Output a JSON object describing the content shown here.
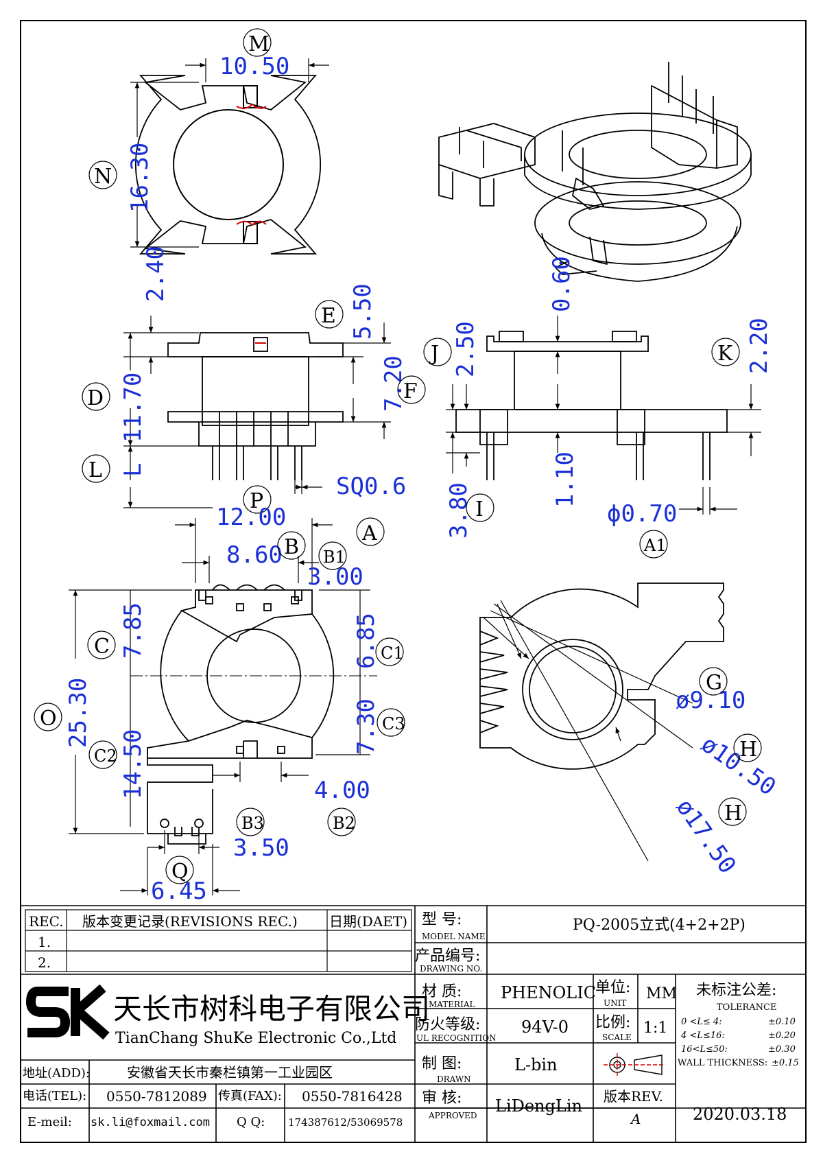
{
  "drawing": {
    "dimensions": {
      "m_width": "10.50",
      "n_height": "16.30",
      "top_gap": "2.40",
      "flange_top": "5.50",
      "body_height": "11.70",
      "window": "7.20",
      "pin_sq": "SQ0.6",
      "j_val": "2.50",
      "k_val": "2.20",
      "center_gap": "0.60",
      "i_val": "3.80",
      "slot": "1.10",
      "pin_dia": "ϕ0.70",
      "a_width": "12.00",
      "b_width": "8.60",
      "b1_val": "3.00",
      "c_val": "7.85",
      "c1_val": "6.85",
      "o_val": "25.30",
      "c2_val": "14.50",
      "c3_val": "7.30",
      "b2_val": "4.00",
      "q_inner": "3.50",
      "q_outer": "6.45",
      "g_dia": "ø9.10",
      "h_dia": "ø10.50",
      "h2_dia": "ø17.50"
    },
    "labels": {
      "m": "M",
      "n": "N",
      "e": "E",
      "d": "D",
      "f": "F",
      "l": "L",
      "l_small": "L",
      "p": "P",
      "j": "J",
      "k": "K",
      "i": "I",
      "a": "A",
      "a1": "A1",
      "b": "B",
      "b1": "B1",
      "c": "C",
      "c1": "C1",
      "o": "O",
      "c2": "C2",
      "c3": "C3",
      "b3": "B3",
      "b2": "B2",
      "q": "Q",
      "g": "G",
      "h": "H",
      "h2": "H"
    },
    "accent_color": "#1a2fd6",
    "red_color": "#d40000"
  },
  "titleblock": {
    "rev_header": "REC.",
    "rev_desc_header": "版本变更记录(REVISIONS REC.)",
    "date_header": "日期(DAET)",
    "rev1": "1.",
    "rev2": "2.",
    "model_label_cn": "型  号:",
    "model_label_en": "MODEL NAME",
    "model_value": "PQ-2005立式(4+2+2P)",
    "drawing_no_cn": "产品编号:",
    "drawing_no_en": "DRAWING NO.",
    "drawing_no_value": "",
    "company_cn": "天长市树科电子有限公司",
    "company_en": "TianChang ShuKe Electronic Co.,Ltd",
    "logo_text": "SK",
    "material_cn": "材  质:",
    "material_en": "MATERIAL",
    "material_value": "PHENOLIC",
    "unit_cn": "单位:",
    "unit_en": "UNIT",
    "unit_value": "MM",
    "ul_cn": "防火等级:",
    "ul_en": "UL RECOGNITION",
    "ul_value": "94V-0",
    "scale_cn": "比例:",
    "scale_en": "SCALE",
    "scale_value": "1:1",
    "tolerance_cn": "未标注公差:",
    "tolerance_en": "TOLERANCE",
    "tol_rows": [
      {
        "range": "0 <L≤ 4:",
        "value": "±0.10"
      },
      {
        "range": "4 <L≤16:",
        "value": "±0.20"
      },
      {
        "range": "16<L≤50:",
        "value": "±0.30"
      }
    ],
    "wall_label": "WALL THICKNESS:",
    "wall_value": "±0.15",
    "address_label": "地址(ADD):",
    "address_value": "安徽省天长市秦栏镇第一工业园区",
    "drawn_cn": "制  图:",
    "drawn_en": "DRAWN",
    "drawn_value": "L-bin",
    "tel_label": "电话(TEL):",
    "tel_value": "0550-7812089",
    "fax_label": "传真(FAX):",
    "fax_value": "0550-7816428",
    "approved_cn": "审  核:",
    "approved_en": "APPROVED",
    "approved_value": "LiDengLin",
    "rev_label": "版本REV.",
    "rev_value": "A",
    "date_value": "2020.03.18",
    "email_label": "E-meil:",
    "email_value": "sk.li@foxmail.com",
    "qq_label": "Q Q:",
    "qq_value": "174387612/53069578"
  }
}
